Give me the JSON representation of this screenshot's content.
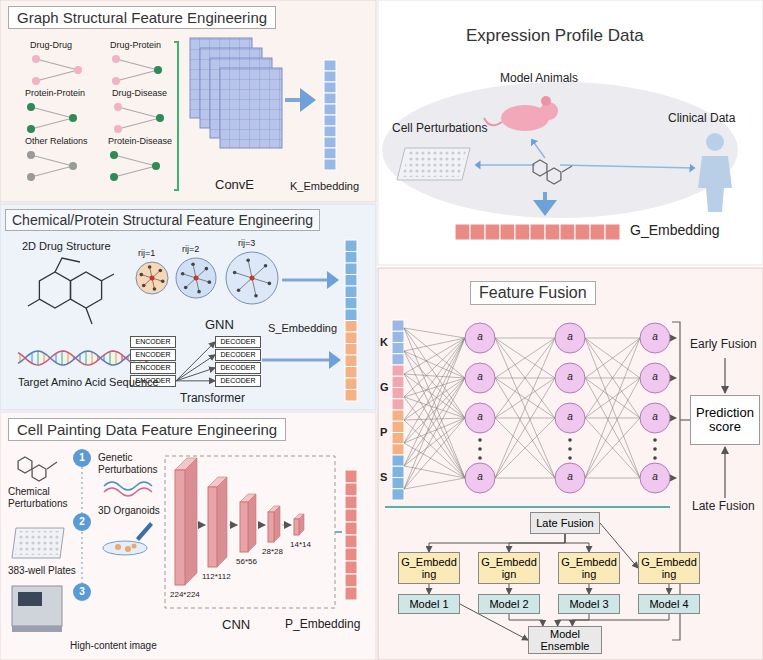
{
  "diagram": {
    "nodes": [
      {
        "text": [
          "Graph Structural Feature Engineering"
        ]
      },
      {
        "text": [
          "Expression Profile Data"
        ]
      },
      {
        "text": [
          "Chemical/Protein Structural Feature Engineering"
        ]
      },
      {
        "text": [
          "Cell Painting Data Feature Engineering"
        ]
      },
      {
        "text": [
          "Feature Fusion"
        ]
      },
      {
        "text": [
          "ENCODER"
        ],
        "in": 2
      },
      {
        "text": [
          "ENCODER"
        ],
        "in": 2
      },
      {
        "text": [
          "ENCODER"
        ],
        "in": 2
      },
      {
        "text": [
          "ENCODER"
        ],
        "in": 2
      },
      {
        "text": [
          "DECODER"
        ],
        "in": 2
      },
      {
        "text": [
          "DECODER"
        ],
        "in": 2
      },
      {
        "text": [
          "DECODER"
        ],
        "in": 2
      },
      {
        "text": [
          "DECODER"
        ],
        "in": 2
      },
      {
        "text": [
          "Late Fusion"
        ],
        "in": 4
      },
      {
        "text": [
          "G_Embedd ing"
        ],
        "in": 4
      },
      {
        "text": [
          "G_Embedd ign"
        ],
        "in": 4
      },
      {
        "text": [
          "G_Embedd ing"
        ],
        "in": 4
      },
      {
        "text": [
          "G_Embedd ing"
        ],
        "in": 4
      },
      {
        "text": [
          "Model 1"
        ],
        "in": 4
      },
      {
        "text": [
          "Model 2"
        ],
        "in": 4
      },
      {
        "text": [
          "Model 3"
        ],
        "in": 4
      },
      {
        "text": [
          "Model 4"
        ],
        "in": 4
      },
      {
        "text": [
          "Model Ensemble"
        ],
        "in": 4
      },
      {
        "text": [
          "Prediction score"
        ],
        "in": 4
      }
    ],
    "edges": [
      {
        "from": 8,
        "to": 9,
        "arrow": "to"
      },
      {
        "from": 8,
        "to": 10,
        "arrow": "to"
      },
      {
        "from": 8,
        "to": 11,
        "arrow": "to"
      },
      {
        "from": 8,
        "to": 12,
        "arrow": "to"
      },
      {
        "from": 13,
        "to": 14,
        "arrow": "to"
      },
      {
        "from": 13,
        "to": 15,
        "arrow": "to"
      },
      {
        "from": 13,
        "to": 16,
        "arrow": "to"
      },
      {
        "from": 13,
        "to": 17,
        "arrow": "to"
      },
      {
        "from": 14,
        "to": 18,
        "arrow": "to"
      },
      {
        "from": 15,
        "to": 19,
        "arrow": "to"
      },
      {
        "from": 16,
        "to": 20,
        "arrow": "to"
      },
      {
        "from": 17,
        "to": 21,
        "arrow": "to"
      },
      {
        "from": 18,
        "to": 22,
        "arrow": "to"
      },
      {
        "from": 19,
        "to": 22,
        "arrow": "to"
      },
      {
        "from": 20,
        "to": 22,
        "arrow": "to"
      },
      {
        "from": 21,
        "to": 22,
        "arrow": "to"
      }
    ],
    "labels": [
      "Drug-Drug",
      "Drug-Protein",
      "Protein-Protein",
      "Drug-Disease",
      "Other Relations",
      "Protein-Disease",
      "ConvE",
      "K_Embedding",
      "Model Animals",
      "Cell Perturbations",
      "Clinical Data",
      "G_Embedding",
      "2D Drug Structure",
      "Target Amino Acid Sequence",
      "rij=1",
      "rij=2",
      "rij=3",
      "GNN",
      "Transformer",
      "S_Embedding",
      "Chemical Perturbations",
      "Genetic Perturbations",
      "3D Organoids",
      "383-well Plates",
      "High-content image",
      "1",
      "2",
      "3",
      "224*224",
      "112*112",
      "56*56",
      "28*28",
      "14*14",
      "CNN",
      "P_Embedding",
      "K",
      "G",
      "P",
      "S",
      "a",
      "a",
      "a",
      "a",
      "a",
      "a",
      "a",
      "a",
      "a",
      "a",
      "a",
      "a",
      "Early Fusion",
      "Late Fusion"
    ]
  }
}
